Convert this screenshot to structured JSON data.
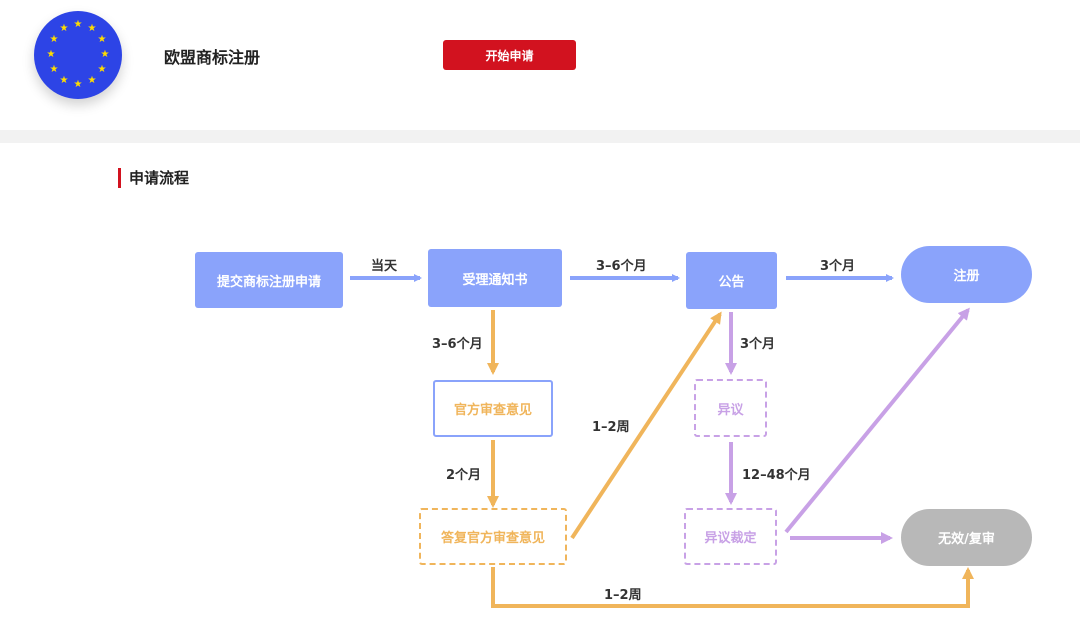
{
  "header": {
    "title": "欧盟商标注册",
    "apply_button": "开始申请",
    "logo_icon": "eu-flag-icon"
  },
  "section": {
    "title": "申请流程"
  },
  "flow": {
    "nodes": {
      "submit": "提交商标注册申请",
      "receipt": "受理通知书",
      "publication": "公告",
      "registration": "注册",
      "examination": "官方审查意见",
      "reply": "答复官方审查意见",
      "opposition": "异议",
      "opposition_ruling": "异议裁定",
      "invalid": "无效/复审"
    },
    "edges": {
      "same_day": "当天",
      "receipt_to_publication": "3–6个月",
      "publication_to_registration": "3个月",
      "receipt_to_examination": "3–6个月",
      "examination_to_reply": "2个月",
      "reply_to_publication": "1–2周",
      "publication_to_opposition": "3个月",
      "opposition_to_ruling": "12–48个月",
      "reply_to_invalid": "1–2周"
    },
    "colors": {
      "blue": "#8aa3fb",
      "orange": "#f0b55b",
      "purple": "#c8a1e6",
      "gray": "#b8b8b8",
      "brand_red": "#d2121f"
    }
  }
}
